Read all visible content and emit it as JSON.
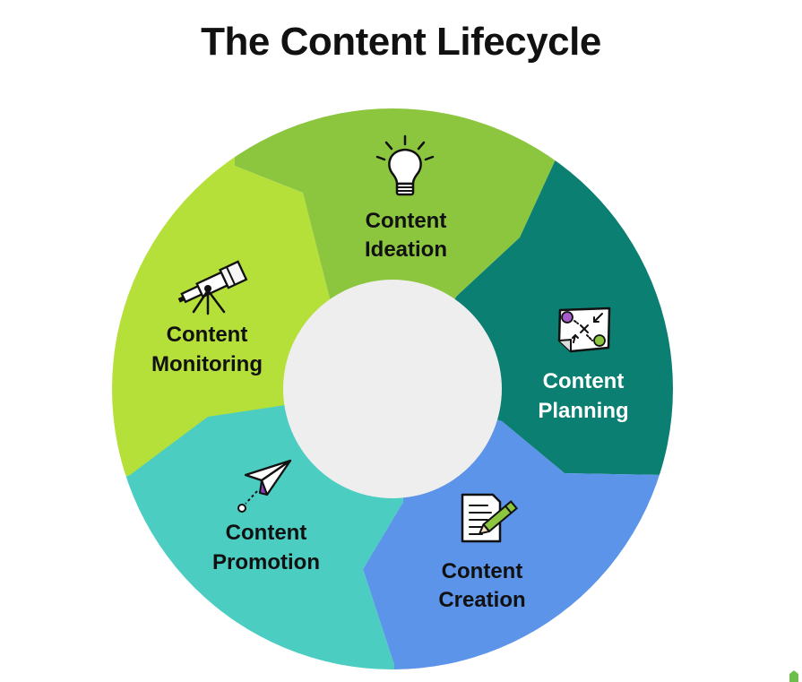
{
  "title": "The Content Lifecycle",
  "segments": [
    {
      "id": "ideation",
      "line1": "Content",
      "line2": "Ideation",
      "icon": "lightbulb-icon",
      "color": "#8cc63f",
      "text_color": "#111111"
    },
    {
      "id": "planning",
      "line1": "Content",
      "line2": "Planning",
      "icon": "strategy-map-icon",
      "color": "#0b7f72",
      "text_color": "#ffffff"
    },
    {
      "id": "creation",
      "line1": "Content",
      "line2": "Creation",
      "icon": "document-pencil-icon",
      "color": "#5b94e8",
      "text_color": "#111111"
    },
    {
      "id": "promotion",
      "line1": "Content",
      "line2": "Promotion",
      "icon": "paper-plane-icon",
      "color": "#4ccdc2",
      "text_color": "#111111"
    },
    {
      "id": "monitoring",
      "line1": "Content",
      "line2": "Monitoring",
      "icon": "telescope-icon",
      "color": "#b5e03a",
      "text_color": "#111111"
    }
  ],
  "center_color": "#eeeeee"
}
